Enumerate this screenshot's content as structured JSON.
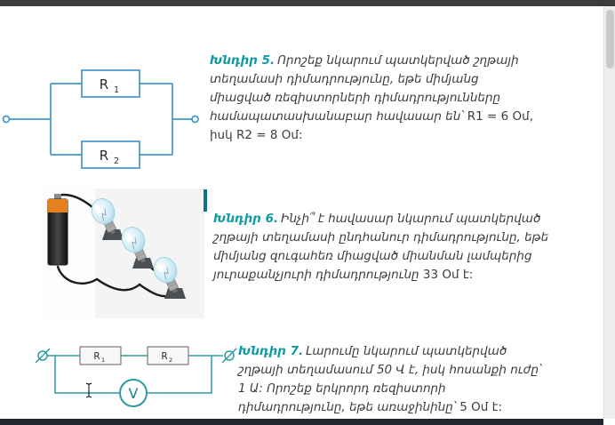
{
  "window": {
    "top_bar_color": "#3c3c3c",
    "bottom_bar_color": "#222631",
    "scrollbar_track": "#ededed",
    "scrollbar_thumb": "#c9c9c9"
  },
  "colors": {
    "accent_teal": "#0f9aa5",
    "body_text": "#3d3d3d",
    "diagram_blue": "#4295cc",
    "diagram_teal": "#2f9aa3"
  },
  "problems": [
    {
      "label": "Խնդիր 5.",
      "text": "Որոշեք նկարում պատկերված շղթայի տեղամասի դիմադրությունը, եթե միմյանց միացված ռեզիստորների դիմադրությունները համապատասխանաբար հավասար են՝ ",
      "formula": "R1 = 6 Օմ, իսկ R2 = 8 Օմ:"
    },
    {
      "label": "Խնդիր 6.",
      "text": "Ինչի՞ է հավասար նկարում պատկերված շղթայի տեղամասի ընդհանուր դիմադրությունը, եթե միմյանց զուգահեռ միացված միանման լամպերից յուրաքանչյուրի դիմադրությունը ",
      "formula": "33 Օմ է:"
    },
    {
      "label": "Խնդիր 7.",
      "text": "Լարումը նկարում պատկերված շղթայի տեղամասում 50 Վ է, իսկ հոսանքի ուժը՝ 1 Ա: Որոշեք երկրորդ ռեզիստորի դիմադրությունը, եթե առաջինինը՝ ",
      "formula": "5 Օմ է:"
    }
  ],
  "diagram5": {
    "r": "R",
    "sub1": "1",
    "sub2": "2"
  },
  "diagram7": {
    "r": "R",
    "sub1": "1",
    "sub2": "2",
    "voltmeter": "V"
  }
}
